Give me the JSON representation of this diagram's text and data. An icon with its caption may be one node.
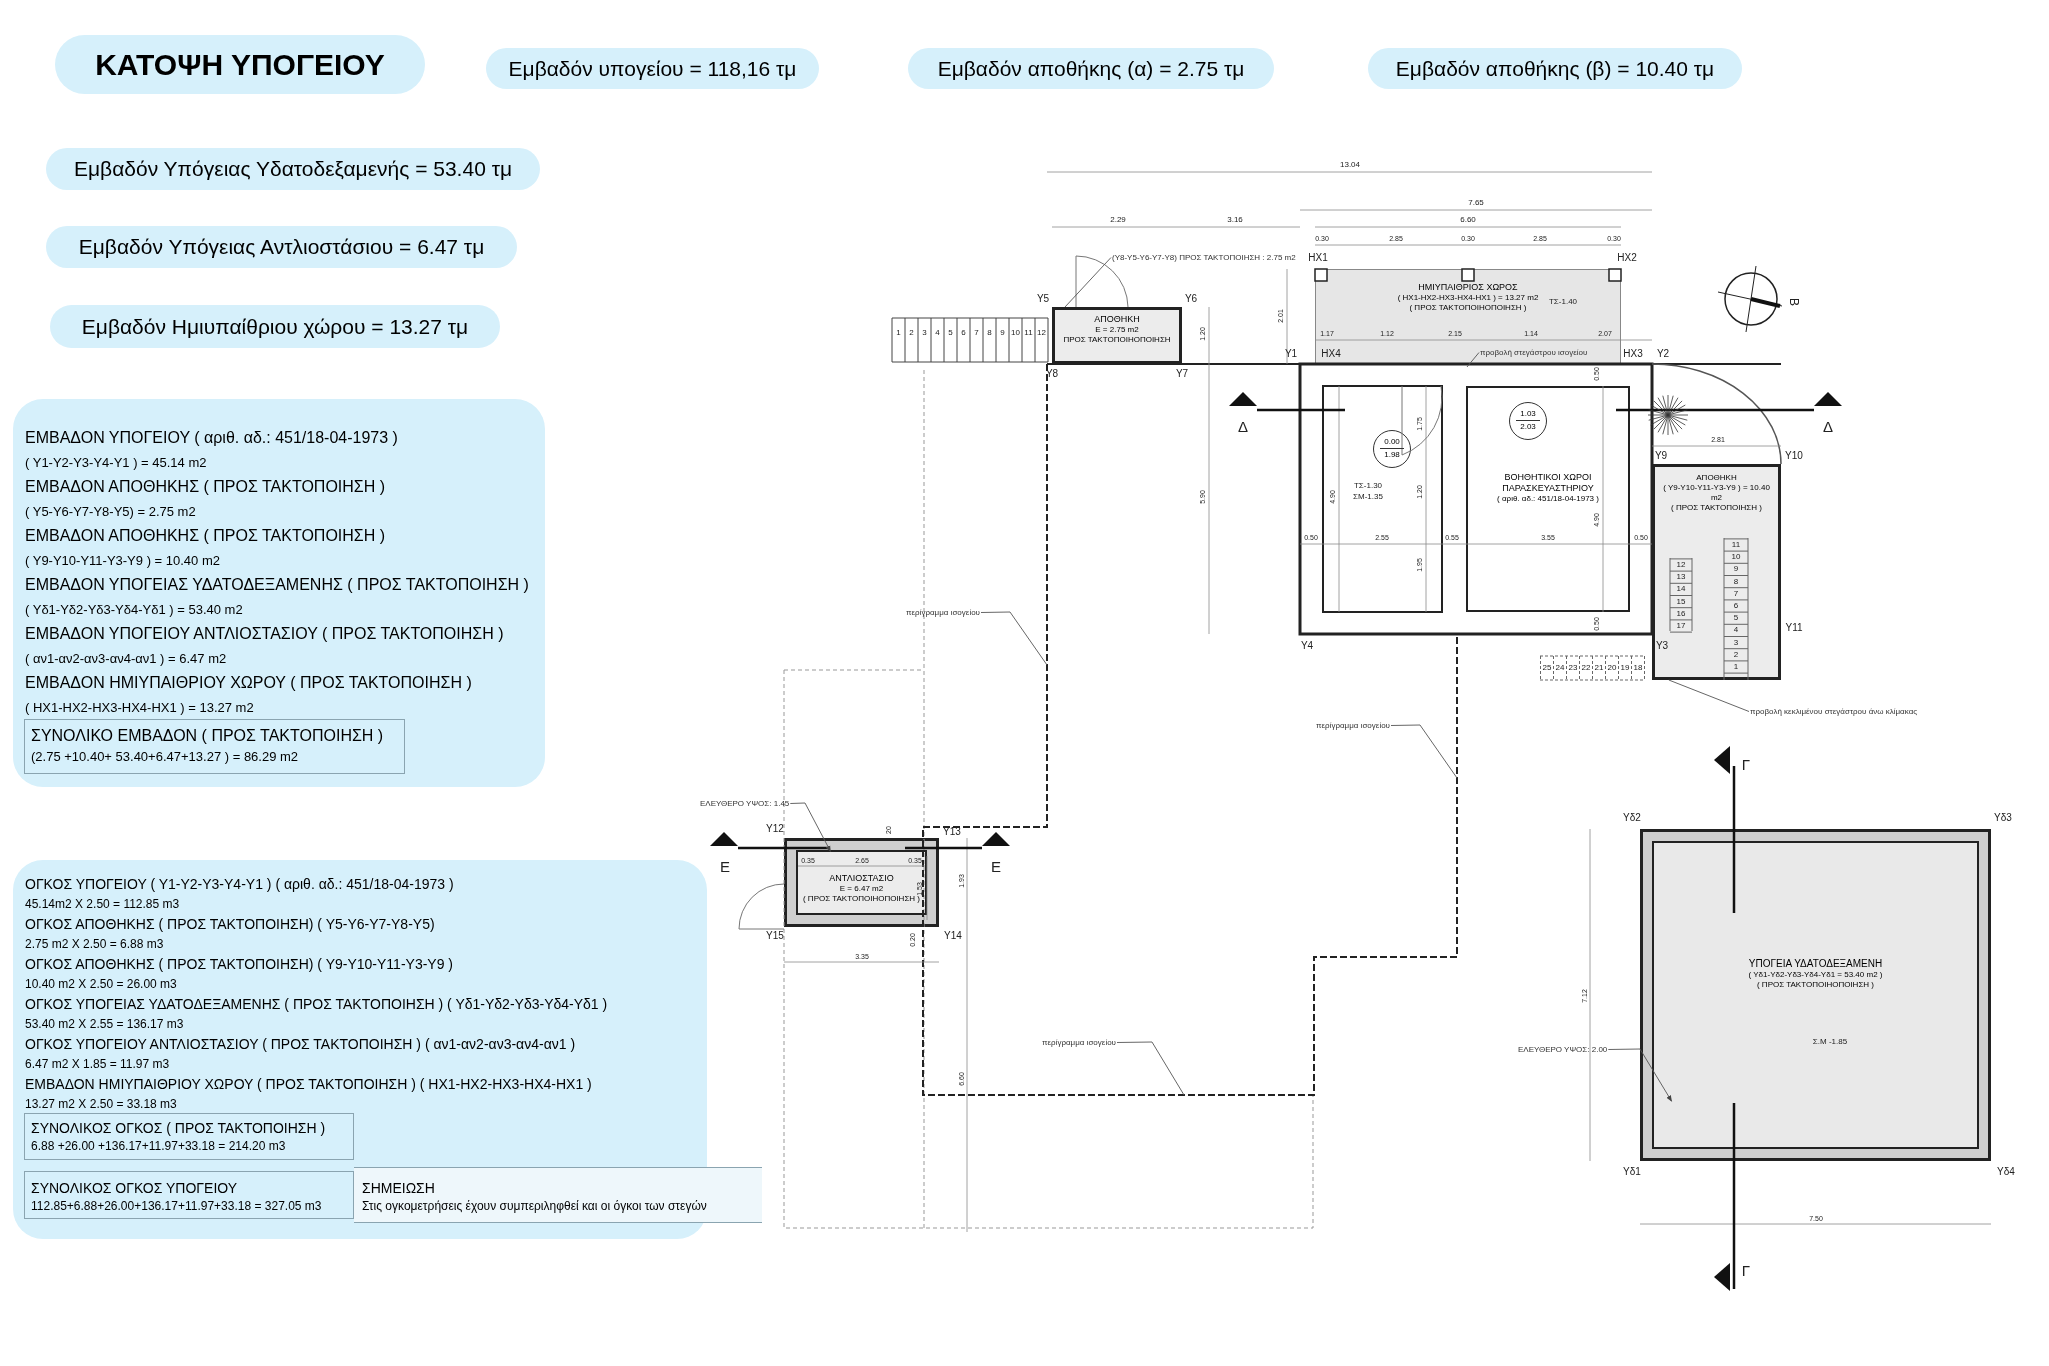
{
  "diagram": {
    "title": "ΚΑΤΟΨΗ ΥΠΟΓΕΙΟΥ",
    "nodes": [
      {
        "text": [
          "Εμβαδόν υπογείου = 118,16 τμ"
        ]
      },
      {
        "text": [
          "Εμβαδόν αποθήκης (α) = 2.75 τμ"
        ]
      },
      {
        "text": [
          "Εμβαδόν αποθήκης (β) = 10.40 τμ"
        ]
      },
      {
        "text": [
          "Εμβαδόν Υπόγειας Υδατοδεξαμενής = 53.40 τμ"
        ]
      },
      {
        "text": [
          "Εμβαδόν Υπόγειας Αντλιοστάσιου = 6.47 τμ"
        ]
      },
      {
        "text": [
          "Εμβαδόν Ημιυπαίθριου χώρου = 13.27 τμ"
        ]
      },
      {
        "text": [
          "ΕΜΒΑΔΟΝ ΥΠΟΓΕΙΟΥ ( αριθ. αδ.: 451/18-04-1973 )",
          "( Υ1-Υ2-Υ3-Υ4-Υ1 ) = 45.14 m2",
          "ΕΜΒΑΔΟΝ ΑΠΟΘΗΚΗΣ ( ΠΡΟΣ ΤΑΚΤΟΠΟΙΗΣΗ )",
          "( Υ5-Υ6-Υ7-Υ8-Υ5) = 2.75 m2",
          "ΕΜΒΑΔΟΝ ΑΠΟΘΗΚΗΣ ( ΠΡΟΣ ΤΑΚΤΟΠΟΙΗΣΗ )",
          "( Υ9-Υ10-Υ11-Υ3-Υ9 ) = 10.40 m2",
          "ΕΜΒΑΔΟΝ ΥΠΟΓΕΙΑΣ ΥΔΑΤΟΔΕΞΑΜΕΝΗΣ ( ΠΡΟΣ ΤΑΚΤΟΠΟΙΗΣΗ )",
          "( Υδ1-Υδ2-Υδ3-Υδ4-Υδ1 ) = 53.40 m2",
          "ΕΜΒΑΔΟΝ ΥΠΟΓΕΙΟΥ ΑΝΤΛΙΟΣΤΑΣΙΟΥ ( ΠΡΟΣ ΤΑΚΤΟΠΟΙΗΣΗ )",
          "( αν1-αν2-αν3-αν4-αν1 ) = 6.47 m2",
          "ΕΜΒΑΔΟΝ ΗΜΙΥΠΑΙΘΡΙΟΥ ΧΩΡΟΥ ( ΠΡΟΣ ΤΑΚΤΟΠΟΙΗΣΗ )",
          "( ΗΧ1-ΗΧ2-ΗΧ3-ΗΧ4-ΗΧ1 ) = 13.27 m2"
        ]
      },
      {
        "text": [
          "ΣΥΝΟΛΙΚΟ ΕΜΒΑΔΟΝ ( ΠΡΟΣ ΤΑΚΤΟΠΟΙΗΣΗ )",
          "(2.75 +10.40+ 53.40+6.47+13.27 ) = 86.29 m2"
        ],
        "in": 6
      },
      {
        "text": [
          "ΟΓΚΟΣ ΥΠΟΓΕΙΟΥ ( Υ1-Υ2-Υ3-Υ4-Υ1 ) ( αριθ. αδ.: 451/18-04-1973 )",
          "45.14m2 X 2.50 = 112.85 m3",
          "ΟΓΚΟΣ ΑΠΟΘΗΚΗΣ ( ΠΡΟΣ ΤΑΚΤΟΠΟΙΗΣΗ) ( Υ5-Υ6-Υ7-Υ8-Υ5)",
          "2.75 m2 X 2.50 = 6.88 m3",
          "ΟΓΚΟΣ ΑΠΟΘΗΚΗΣ ( ΠΡΟΣ ΤΑΚΤΟΠΟΙΗΣΗ) ( Υ9-Υ10-Υ11-Υ3-Υ9 )",
          "10.40 m2 X 2.50 = 26.00 m3",
          "ΟΓΚΟΣ ΥΠΟΓΕΙΑΣ ΥΔΑΤΟΔΕΞΑΜΕΝΗΣ ( ΠΡΟΣ ΤΑΚΤΟΠΟΙΗΣΗ ) ( Υδ1-Υδ2-Υδ3-Υδ4-Υδ1 )",
          "53.40 m2 X 2.55 = 136.17 m3",
          "ΟΓΚΟΣ ΥΠΟΓΕΙΟΥ ΑΝΤΛΙΟΣΤΑΣΙΟΥ ( ΠΡΟΣ ΤΑΚΤΟΠΟΙΗΣΗ ) ( αν1-αν2-αν3-αν4-αν1 )",
          "6.47 m2 X 1.85 = 11.97 m3",
          "ΕΜΒΑΔΟΝ ΗΜΙΥΠΑΙΘΡΙΟΥ ΧΩΡΟΥ ( ΠΡΟΣ ΤΑΚΤΟΠΟΙΗΣΗ ) ( ΗΧ1-ΗΧ2-ΗΧ3-ΗΧ4-ΗΧ1 )",
          "13.27 m2 X 2.50 = 33.18 m3"
        ]
      },
      {
        "text": [
          "ΣΥΝΟΛΙΚΟΣ ΟΓΚΟΣ ( ΠΡΟΣ ΤΑΚΤΟΠΟΙΗΣΗ )",
          "6.88 +26.00 +136.17+11.97+33.18 = 214.20 m3"
        ],
        "in": 8
      },
      {
        "text": [
          "ΣΥΝΟΛΙΚΟΣ ΟΓΚΟΣ ΥΠΟΓΕΙΟΥ",
          "112.85+6.88+26.00+136.17+11.97+33.18 = 327.05 m3"
        ],
        "in": 8
      },
      {
        "text": [
          "ΣΗΜΕΙΩΣΗ",
          "Στις ογκομετρήσεις έχουν συμπεριληφθεί και οι όγκοι των στεγών"
        ]
      },
      {
        "text": [
          "ΑΠΟΘΗΚΗ",
          "Ε = 2.75 m2",
          "ΠΡΟΣ ΤΑΚΤΟΠΟΙΗΟΠΟΙΗΣΗ"
        ]
      },
      {
        "text": [
          "(Υ8-Υ5-Υ6-Υ7-Υ8) ΠΡΟΣ ΤΑΚΤΟΠΟΙΗΣΗ : 2.75 m2"
        ]
      },
      {
        "text": [
          "ΗΜΙΥΠΑΙΘΡΙΟΣ ΧΩΡΟΣ",
          "( ΗΧ1-ΗΧ2-ΗΧ3-ΗΧ4-ΗΧ1 ) = 13.27 m2",
          "( ΠΡΟΣ ΤΑΚΤΟΠΟΙΗΟΠΟΙΗΣΗ )"
        ]
      },
      {
        "text": [
          "ΒΟΗΘΗΤΙΚΟΙ ΧΩΡΟΙ ΠΑΡΑΣΚΕΥΑΣΤΗΡΙΟΥ",
          "( αριθ. αδ.: 451/18-04-1973 )"
        ]
      },
      {
        "text": [
          "0.00",
          "1.98"
        ]
      },
      {
        "text": [
          "1.03",
          "2.03"
        ],
        "in": 15
      },
      {
        "text": [
          "ΑΠΟΘΗΚΗ",
          "( Υ9-Υ10-Υ11-Υ3-Υ9 ) = 10.40 m2",
          "( ΠΡΟΣ ΤΑΚΤΟΠΟΙΗΣΗ )"
        ]
      },
      {
        "text": [
          "περίγραμμα ισογείου"
        ]
      },
      {
        "text": [
          "περίγραμμα ισογείου"
        ]
      },
      {
        "text": [
          "προβολή στεγάστρου ισογείου"
        ],
        "in": 14
      },
      {
        "text": [
          "προβολή κεκλιμένου στεγάστρου άνω κλίμακας"
        ]
      },
      {
        "text": [
          "ΕΛΕΥΘΕΡΟ ΥΨΟΣ: 1.45"
        ]
      },
      {
        "text": [
          "ΑΝΤΛΙΟΣΤΑΣΙΟ",
          "Ε = 6.47 m2",
          "( ΠΡΟΣ ΤΑΚΤΟΠΟΙΗΟΠΟΙΗΣΗ )"
        ]
      },
      {
        "text": [
          "περίγραμμα ισογείου"
        ]
      },
      {
        "text": [
          "ΕΛΕΥΘΕΡΟ ΥΨΟΣ: 2.00"
        ]
      },
      {
        "text": [
          "ΥΠΟΓΕΙΑ ΥΔΑΤΟΔΕΞΑΜΕΝΗ",
          "( Υδ1-Υδ2-Υδ3-Υδ4-Υδ1 = 53.40 m2 )",
          "( ΠΡΟΣ ΤΑΚΤΟΠΟΙΗΟΠΟΙΗΣΗ )"
        ]
      }
    ],
    "edges": [
      {
        "from": 13,
        "to": 12,
        "arrow": "none"
      },
      {
        "from": 19,
        "to": null,
        "arrow": "none"
      },
      {
        "from": 20,
        "to": null,
        "arrow": "none"
      },
      {
        "from": 21,
        "to": null,
        "arrow": "none"
      },
      {
        "from": 22,
        "to": 18,
        "arrow": "none"
      },
      {
        "from": 23,
        "to": 24,
        "arrow": "to"
      },
      {
        "from": 25,
        "to": null,
        "arrow": "none"
      },
      {
        "from": 26,
        "to": 27,
        "arrow": "to"
      }
    ],
    "labels": [
      "13.04",
      "7.65",
      "2.29",
      "3.16",
      "6.60",
      "0.30",
      "2.85",
      "0.30",
      "2.85",
      "0.30",
      "ΗΧ1",
      "ΗΧ2",
      "ΤΣ-1.40",
      "2.01",
      "Υ5",
      "Υ6",
      "1.20",
      "1",
      "2",
      "3",
      "4",
      "5",
      "6",
      "7",
      "8",
      "9",
      "10",
      "11",
      "12",
      "Υ8",
      "Υ7",
      "1.17",
      "1.12",
      "2.15",
      "1.14",
      "2.07",
      "Υ1",
      "ΗΧ4",
      "ΗΧ3",
      "Υ2",
      "0.50",
      "Δ",
      "Δ",
      "1.75",
      "2.81",
      "Υ9",
      "Υ10",
      "5.90",
      "4.90",
      "ΤΣ-1.30",
      "ΣΜ-1.35",
      "1.20",
      "4.90",
      "0.50",
      "2.55",
      "0.55",
      "3.55",
      "0.50",
      "11",
      "10",
      "9",
      "8",
      "7",
      "6",
      "5",
      "4",
      "3",
      "2",
      "1",
      "12",
      "13",
      "14",
      "15",
      "16",
      "17",
      "1.95",
      "0.50",
      "Υ4",
      "Υ3",
      "Υ11",
      "25",
      "24",
      "23",
      "22",
      "21",
      "20",
      "19",
      "18",
      "Υ12",
      "20",
      "Υ13",
      "Ε",
      "Ε",
      "0.35",
      "2.65",
      "0.35",
      "1.53",
      "1.93",
      "Υ15",
      "0.20",
      "Υ14",
      "3.35",
      "6.60",
      "Γ",
      "Υδ2",
      "Υδ3",
      "7.12",
      "Σ.Μ -1.85",
      "Υδ1",
      "Υδ4",
      "7.50",
      "Γ",
      "Β"
    ]
  }
}
